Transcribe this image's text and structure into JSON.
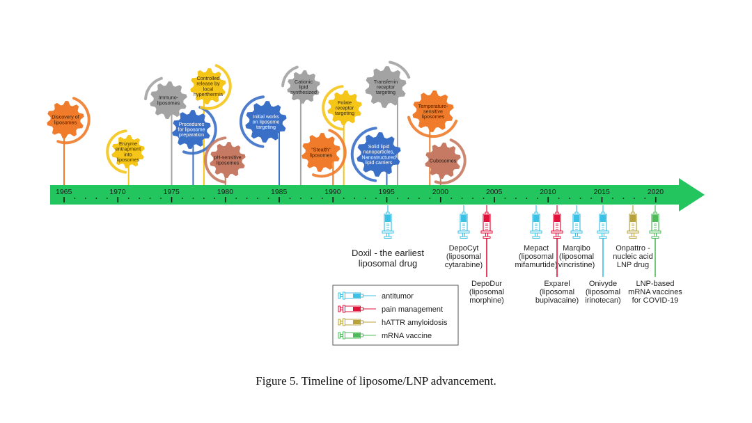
{
  "caption": "Figure 5. Timeline of liposome/LNP advancement.",
  "colors": {
    "axis": "#22c55e",
    "orange": "#f07b2b",
    "yellow": "#f5c518",
    "gray": "#a3a3a3",
    "blue": "#3a6fc7",
    "rose": "#c77a63",
    "antitumor": "#3cc0e6",
    "pain": "#e0113a",
    "hattr": "#b8a23a",
    "mrna": "#4dbb5a"
  },
  "timeline": {
    "start_year": 1963.3,
    "end_year": 2021.5,
    "major_ticks": [
      "1965",
      "1970",
      "1975",
      "1980",
      "1985",
      "1990",
      "1995",
      "2000",
      "2005",
      "2010",
      "2015",
      "2020"
    ]
  },
  "milestones": [
    {
      "year": 1965,
      "lines": [
        "Discovery of",
        "liposomes"
      ],
      "color": "orange",
      "text_color": "#3a1d00",
      "arc": "right"
    },
    {
      "year": 1971,
      "lines": [
        "Enzyme",
        "entrapment",
        "into",
        "liposomes"
      ],
      "color": "yellow",
      "text_color": "#3a2a00",
      "arc": "left"
    },
    {
      "year": 1975,
      "lines": [
        "Immuno-",
        "liposomes"
      ],
      "color": "gray",
      "text_color": "#222",
      "arc": "top-left"
    },
    {
      "year": 1977,
      "lines": [
        "Procedures",
        "for liposome",
        "preparation"
      ],
      "color": "blue",
      "text_color": "#ffffff",
      "arc": "right"
    },
    {
      "year": 1978,
      "lines": [
        "Controlled",
        "release by",
        "local",
        "hyperthermia"
      ],
      "color": "yellow",
      "text_color": "#3a2a00",
      "arc": "right"
    },
    {
      "year": 1980,
      "lines": [
        "pH-sensitive",
        "liposomes"
      ],
      "color": "rose",
      "text_color": "#2a1a14",
      "arc": "left"
    },
    {
      "year": 1985,
      "lines": [
        "Initial works",
        "on liposome",
        "targeting"
      ],
      "color": "blue",
      "text_color": "#ffffff",
      "arc": "left"
    },
    {
      "year": 1987,
      "lines": [
        "Cationic",
        "lipid",
        "synthesized"
      ],
      "color": "gray",
      "text_color": "#222",
      "arc": "top-left"
    },
    {
      "year": 1990,
      "lines": [
        "\"Stealth\"",
        "liposomes"
      ],
      "color": "orange",
      "text_color": "#3a1d00",
      "arc": "right"
    },
    {
      "year": 1991,
      "lines": [
        "Folate",
        "receptor",
        "targeting"
      ],
      "color": "yellow",
      "text_color": "#3a2a00",
      "arc": "left"
    },
    {
      "year": 1995,
      "lines": [
        "Solid lipid",
        "nanoparticles,",
        "Nanostructured",
        "lipid carriers"
      ],
      "color": "blue",
      "text_color": "#ffffff",
      "arc": "left"
    },
    {
      "year": 1996,
      "lines": [
        "Transferrin",
        "receptor",
        "targeting"
      ],
      "color": "gray",
      "text_color": "#222",
      "arc": "top-right"
    },
    {
      "year": 1999,
      "lines": [
        "Temperature-",
        "sensitive",
        "liposomes"
      ],
      "color": "orange",
      "text_color": "#3a1d00",
      "arc": "bottom"
    },
    {
      "year": 2000,
      "lines": [
        "Cubosomes"
      ],
      "color": "rose",
      "text_color": "#2a1a14",
      "arc": "right"
    }
  ],
  "drugs": [
    {
      "year": 1995,
      "category": "antitumor",
      "lines": [
        "Doxil - the earliest",
        "liposomal drug"
      ],
      "level": "near",
      "big": true
    },
    {
      "year": 2002,
      "category": "antitumor",
      "lines": [
        "DepoCyt",
        "(liposomal",
        "cytarabine)"
      ],
      "level": "near"
    },
    {
      "year": 2004,
      "category": "pain",
      "lines": [
        "DepoDur",
        "(liposomal",
        "morphine)"
      ],
      "level": "far"
    },
    {
      "year": 2009,
      "category": "antitumor",
      "lines": [
        "Mepact",
        "(liposomal",
        "mifamurtide)"
      ],
      "level": "near"
    },
    {
      "year": 2011,
      "category": "pain",
      "lines": [
        "Exparel",
        "(liposomal",
        "bupivacaine)"
      ],
      "level": "far"
    },
    {
      "year": 2012.5,
      "category": "antitumor",
      "lines": [
        "Marqibo",
        "(liposomal",
        "vincristine)"
      ],
      "level": "near"
    },
    {
      "year": 2015,
      "category": "antitumor",
      "lines": [
        "Onivyde",
        "(liposomal",
        "irinotecan)"
      ],
      "level": "far"
    },
    {
      "year": 2017.8,
      "category": "hattr",
      "lines": [
        "Onpattro -",
        "nucleic acid",
        "LNP drug"
      ],
      "level": "near"
    },
    {
      "year": 2020,
      "category": "mrna",
      "lines": [
        "LNP-based",
        "mRNA vaccines",
        "for COVID-19"
      ],
      "level": "far"
    }
  ],
  "legend": [
    {
      "category": "antitumor",
      "label": "antitumor"
    },
    {
      "category": "pain",
      "label": "pain management"
    },
    {
      "category": "hattr",
      "label": "hATTR amyloidosis"
    },
    {
      "category": "mrna",
      "label": "mRNA vaccine"
    }
  ]
}
